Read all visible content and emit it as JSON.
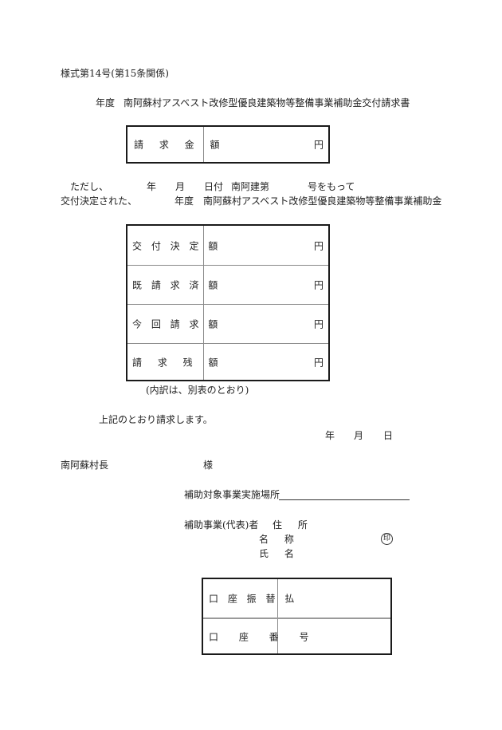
{
  "header": {
    "form_number": "様式第14号(第15条関係)",
    "title_year": "年度",
    "title": "南阿蘇村アスベスト改修型優良建築物等整備事業補助金交付請求書"
  },
  "request_amount_table": {
    "label": "請 求 金 額",
    "value": "",
    "unit": "円"
  },
  "body_text": {
    "line1": {
      "prefix": "ただし、",
      "year": "年",
      "month": "月",
      "day_ref": "日付",
      "doc_prefix": "南阿建第",
      "doc_suffix": "号をもって"
    },
    "line2": {
      "prefix": "交付決定された、",
      "year": "年度",
      "program": "南阿蘇村アスベスト改修型優良建築物等整備事業補助金"
    }
  },
  "amount_table": {
    "rows": [
      {
        "label": "交 付 決 定 額",
        "value": "",
        "unit": "円"
      },
      {
        "label": "既 請 求 済 額",
        "value": "",
        "unit": "円"
      },
      {
        "label": "今 回 請 求 額",
        "value": "",
        "unit": "円"
      },
      {
        "label": "請 求 残 額",
        "value": "",
        "unit": "円"
      }
    ],
    "note": "(内訳は、別表のとおり)"
  },
  "closing": {
    "statement": "上記のとおり請求します。",
    "date": {
      "year": "年",
      "month": "月",
      "day": "日"
    }
  },
  "addressee": {
    "name": "南阿蘇村長",
    "honorific": "様"
  },
  "applicant": {
    "location_label": "補助対象事業実施場所",
    "location_value": "",
    "representative_label": "補助事業(代表)者",
    "address_label": "住 所",
    "org_name_label": "名 称",
    "person_name_label": "氏 名",
    "seal": "印"
  },
  "bank_table": {
    "rows": [
      {
        "label": "口 座 振 替 払",
        "value": ""
      },
      {
        "label": "口 座 番 号",
        "value": ""
      }
    ]
  }
}
